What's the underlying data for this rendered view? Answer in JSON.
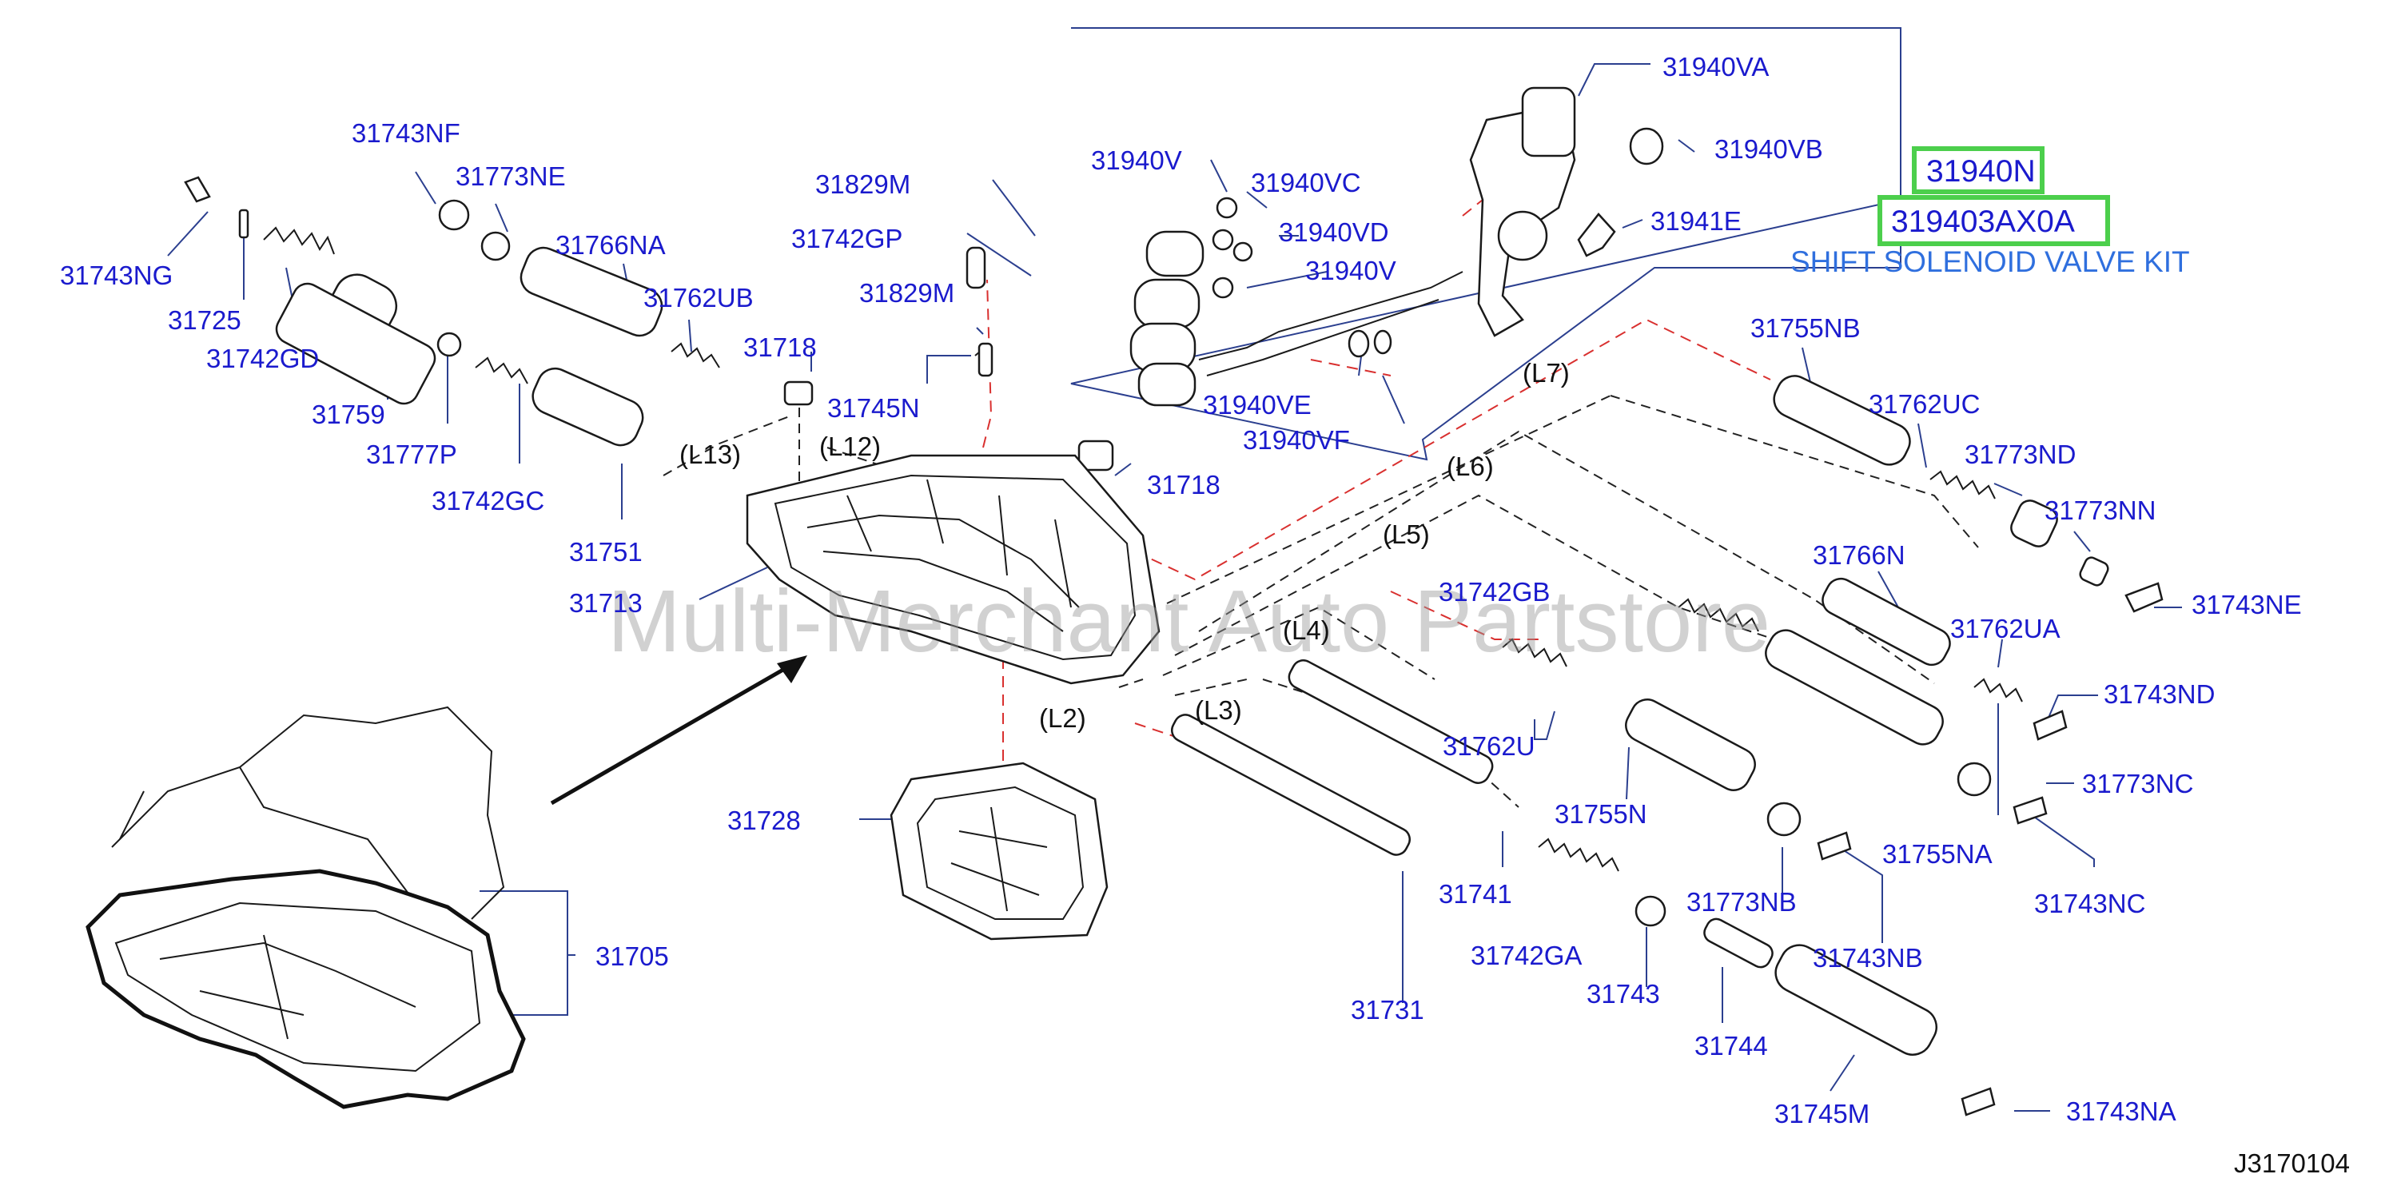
{
  "diagram": {
    "code": "J3170104",
    "watermark": "Multi-Merchant Auto Partstore",
    "kit": {
      "highlighted_part": "31940N",
      "highlighted_kit": "319403AX0A",
      "title": "SHIFT SOLENOID VALVE KIT",
      "highlight_color": "#4ccf4c"
    },
    "routes": [
      "(L13)",
      "(L12)",
      "(L7)",
      "(L6)",
      "(L5)",
      "(L4)",
      "(L3)",
      "(L2)"
    ],
    "labels": {
      "p31743NF": "31743NF",
      "p31773NE": "31773NE",
      "p31743NG": "31743NG",
      "p31725": "31725",
      "p31742GD": "31742GD",
      "p31766NA": "31766NA",
      "p31762UB": "31762UB",
      "p31759": "31759",
      "p31777P": "31777P",
      "p31742GC": "31742GC",
      "p31751": "31751",
      "p31829M_a": "31829M",
      "p31742GP": "31742GP",
      "p31829M_b": "31829M",
      "p31718_a": "31718",
      "p31745N": "31745N",
      "p31718_b": "31718",
      "p31713": "31713",
      "p31728": "31728",
      "p31705": "31705",
      "p31940V_a": "31940V",
      "p31940VC": "31940VC",
      "p31940VD": "31940VD",
      "p31940V_b": "31940V",
      "p31940VE": "31940VE",
      "p31940VF": "31940VF",
      "p31940VA": "31940VA",
      "p31940VB": "31940VB",
      "p31941E": "31941E",
      "p31755NB": "31755NB",
      "p31762UC": "31762UC",
      "p31773ND": "31773ND",
      "p31773NN": "31773NN",
      "p31743NE": "31743NE",
      "p31766N": "31766N",
      "p31742GB": "31742GB",
      "p31762UA": "31762UA",
      "p31743ND": "31743ND",
      "p31762U": "31762U",
      "p31773NC": "31773NC",
      "p31755N": "31755N",
      "p31755NA": "31755NA",
      "p31743NC": "31743NC",
      "p31741": "31741",
      "p31773NB": "31773NB",
      "p31742GA": "31742GA",
      "p31743NB": "31743NB",
      "p31743": "31743",
      "p31731": "31731",
      "p31744": "31744",
      "p31745M": "31745M",
      "p31743NA": "31743NA"
    }
  }
}
